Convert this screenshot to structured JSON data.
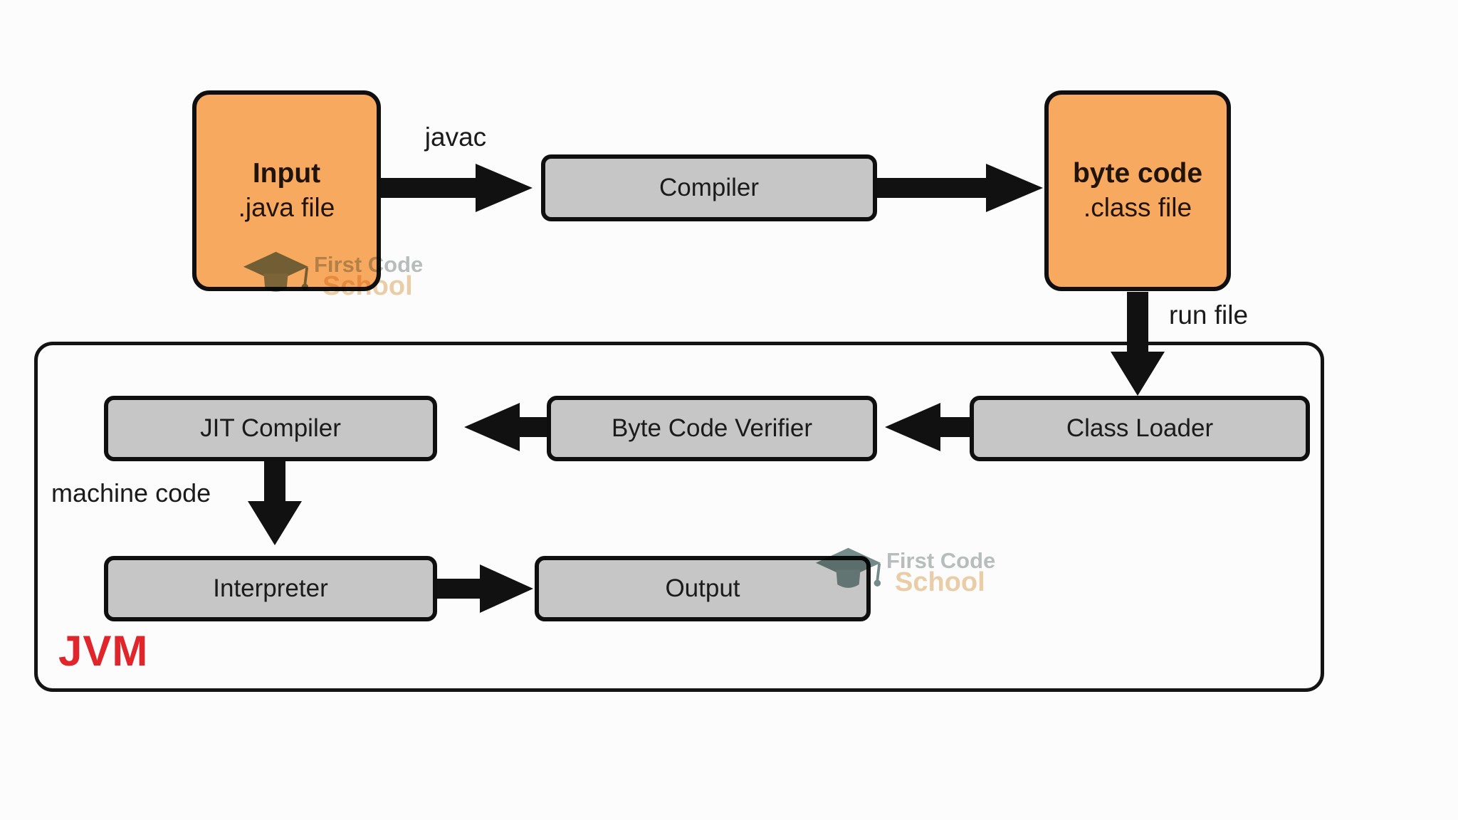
{
  "diagram": {
    "nodes": {
      "input": {
        "title": "Input",
        "subtitle": ".java file"
      },
      "compiler": {
        "label": "Compiler"
      },
      "bytecode": {
        "title": "byte code",
        "subtitle": ".class file"
      },
      "class_loader": {
        "label": "Class Loader"
      },
      "byte_code_verifier": {
        "label": "Byte Code Verifier"
      },
      "jit_compiler": {
        "label": "JIT Compiler"
      },
      "interpreter": {
        "label": "Interpreter"
      },
      "output": {
        "label": "Output"
      }
    },
    "edge_labels": {
      "javac": "javac",
      "run_file": "run file",
      "machine_code": "machine code"
    },
    "container": {
      "label": "JVM"
    },
    "watermark": {
      "line1": "First Code",
      "line2": "School"
    },
    "colors": {
      "node_orange": "#f7aa5f",
      "node_gray": "#c6c6c6",
      "arrow_black": "#111111",
      "jvm_label_red": "#e0252b",
      "background": "#fcfcfc"
    }
  }
}
